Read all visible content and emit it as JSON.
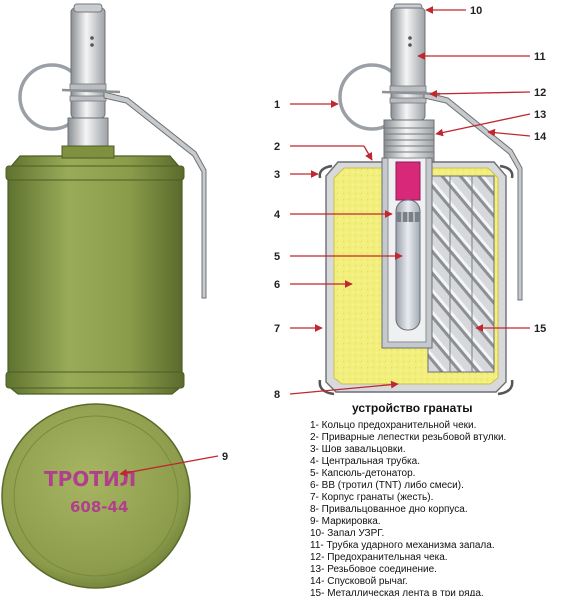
{
  "legend": {
    "title": "устройство гранаты",
    "items": [
      "1- Кольцо предохранительной чеки.",
      "2- Приварные лепестки резьбовой втулки.",
      "3- Шов завальцовки.",
      "4- Центральная трубка.",
      "5- Капсюль-детонатор.",
      "6- ВВ (тротил (TNT) либо смеси).",
      "7- Корпус гранаты (жесть).",
      "8- Привальцованное дно корпуса.",
      "9- Маркировка.",
      "10- Запал УЗРГ.",
      "11- Трубка ударного механизма запала.",
      "12- Предохранительная чека.",
      "13- Резьбовое соединение.",
      "14- Спусковой рычаг.",
      "15- Металлическая лента в три ряда."
    ]
  },
  "marking": {
    "line1": "ТРОТИЛ",
    "line2": "608-44"
  },
  "callouts": [
    "1",
    "2",
    "3",
    "4",
    "5",
    "6",
    "7",
    "8",
    "9",
    "10",
    "11",
    "12",
    "13",
    "14",
    "15"
  ],
  "colors": {
    "body_green": "#8a9b4a",
    "explosive_yellow": "#f2ee7a",
    "leader_red": "#c0282f",
    "detonator_magenta": "#d8287a",
    "marking_purple": "#b0408c"
  }
}
